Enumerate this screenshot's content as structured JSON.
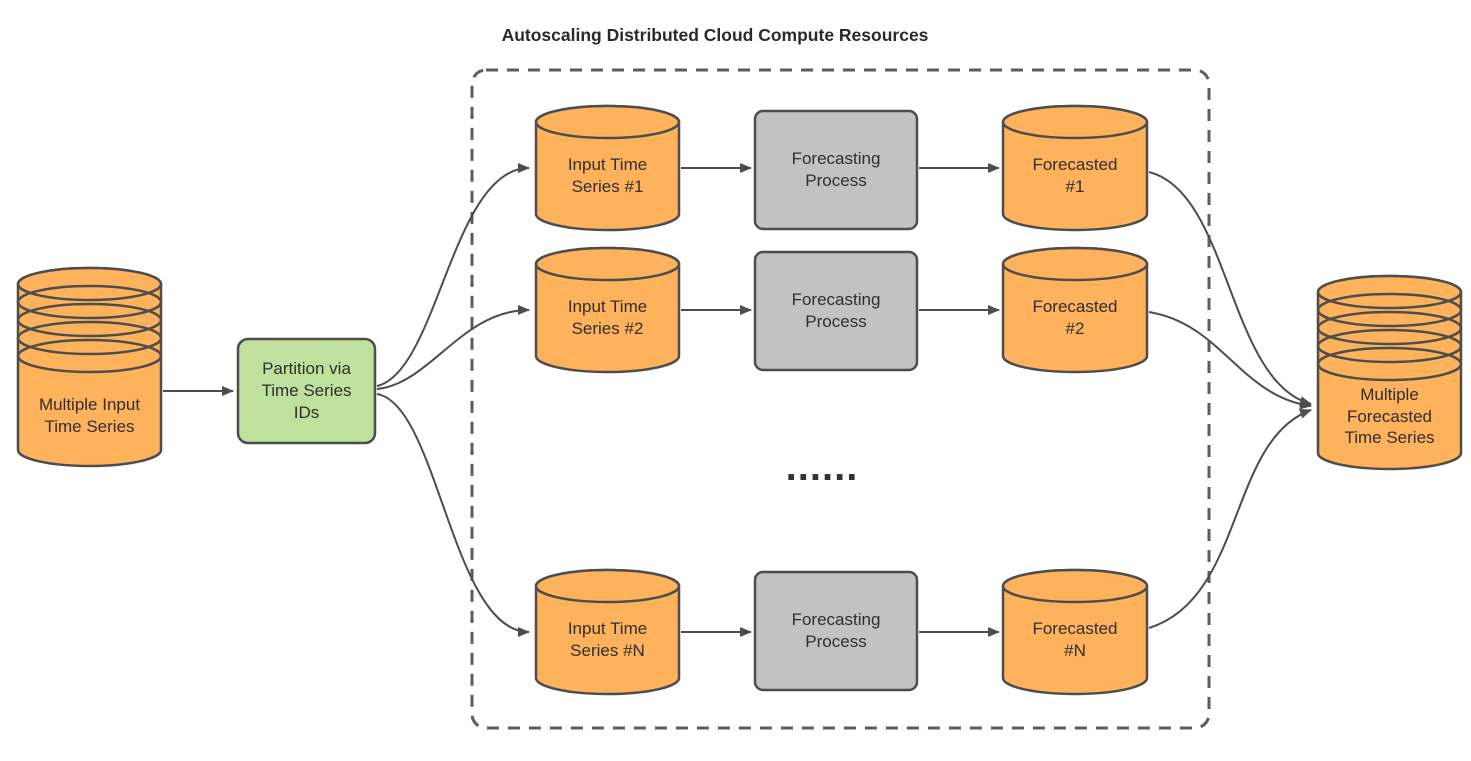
{
  "title": "Autoscaling Distributed Cloud Compute Resources",
  "nodes": {
    "input_store": "Multiple Input\nTime Series",
    "partition": "Partition via\nTime Series\nIDs",
    "ellipsis": "......",
    "output_store": "Multiple\nForecasted\nTime Series",
    "rows": [
      {
        "input": "Input Time\nSeries #1",
        "process": "Forecasting\nProcess",
        "output": "Forecasted\n#1"
      },
      {
        "input": "Input Time\nSeries #2",
        "process": "Forecasting\nProcess",
        "output": "Forecasted\n#2"
      },
      {
        "input": "Input Time\nSeries #N",
        "process": "Forecasting\nProcess",
        "output": "Forecasted\n#N"
      }
    ]
  },
  "colors": {
    "cylinder_fill": "#FFB25C",
    "process_fill": "#C2C2C2",
    "partition_fill": "#BEE29D",
    "stroke": "#4D4D4D",
    "dashed_border": "#5C5C5C",
    "text": "#2F2F2F"
  }
}
